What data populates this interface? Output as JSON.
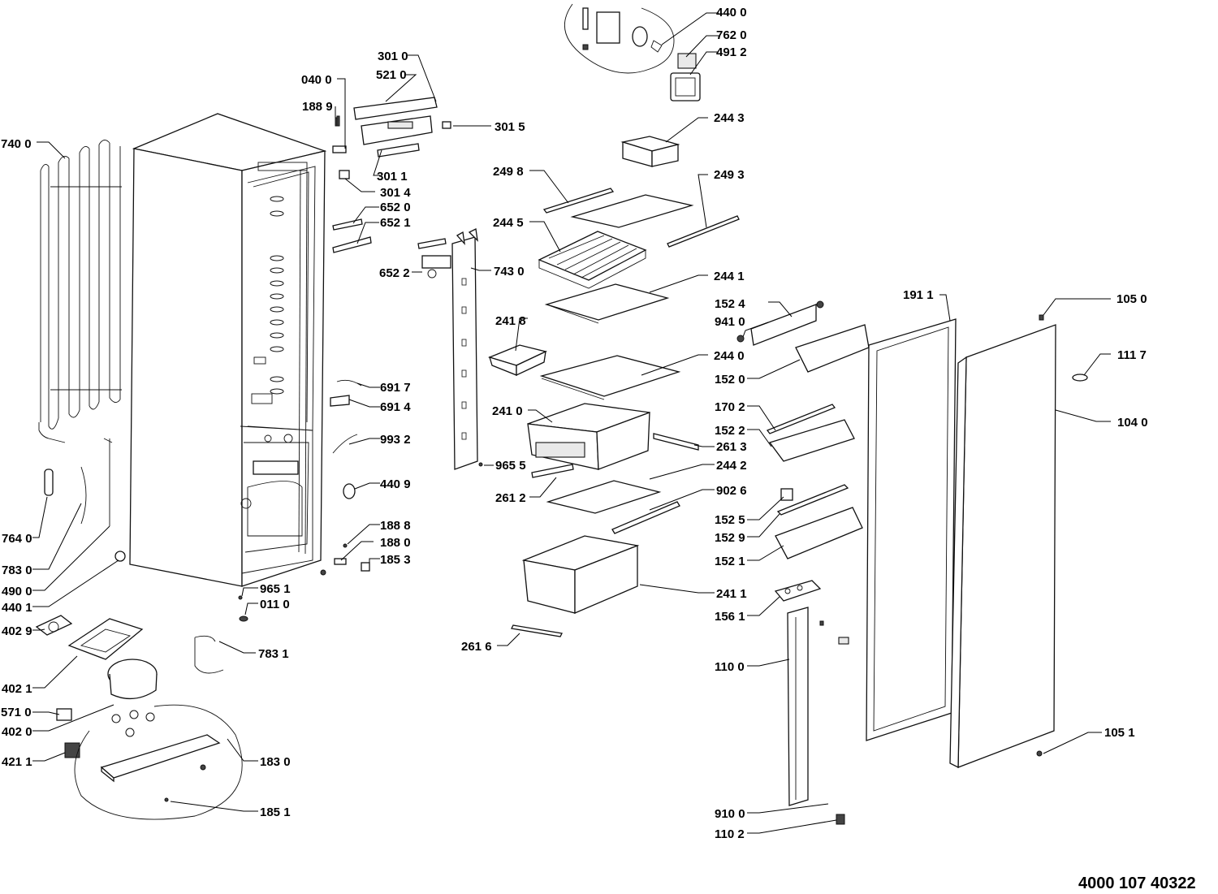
{
  "document_number": "4000 107 40322",
  "parts": [
    {
      "code": "440 0",
      "name": "part-440-0"
    },
    {
      "code": "762 0",
      "name": "part-762-0"
    },
    {
      "code": "491 2",
      "name": "part-491-2"
    },
    {
      "code": "301 0",
      "name": "part-301-0"
    },
    {
      "code": "521 0",
      "name": "part-521-0"
    },
    {
      "code": "040 0",
      "name": "part-040-0"
    },
    {
      "code": "188 9",
      "name": "part-188-9"
    },
    {
      "code": "301 5",
      "name": "part-301-5"
    },
    {
      "code": "244 3",
      "name": "part-244-3"
    },
    {
      "code": "740 0",
      "name": "part-740-0"
    },
    {
      "code": "301 1",
      "name": "part-301-1"
    },
    {
      "code": "249 8",
      "name": "part-249-8"
    },
    {
      "code": "249 3",
      "name": "part-249-3"
    },
    {
      "code": "301 4",
      "name": "part-301-4"
    },
    {
      "code": "652 0",
      "name": "part-652-0"
    },
    {
      "code": "652 1",
      "name": "part-652-1"
    },
    {
      "code": "244 5",
      "name": "part-244-5"
    },
    {
      "code": "652 2",
      "name": "part-652-2"
    },
    {
      "code": "743 0",
      "name": "part-743-0"
    },
    {
      "code": "244 1",
      "name": "part-244-1"
    },
    {
      "code": "191 1",
      "name": "part-191-1"
    },
    {
      "code": "105 0",
      "name": "part-105-0"
    },
    {
      "code": "152 4",
      "name": "part-152-4"
    },
    {
      "code": "941 0",
      "name": "part-941-0"
    },
    {
      "code": "241 8",
      "name": "part-241-8"
    },
    {
      "code": "111 7",
      "name": "part-111-7"
    },
    {
      "code": "244 0",
      "name": "part-244-0"
    },
    {
      "code": "152 0",
      "name": "part-152-0"
    },
    {
      "code": "691 7",
      "name": "part-691-7"
    },
    {
      "code": "691 4",
      "name": "part-691-4"
    },
    {
      "code": "170 2",
      "name": "part-170-2"
    },
    {
      "code": "241 0",
      "name": "part-241-0"
    },
    {
      "code": "104 0",
      "name": "part-104-0"
    },
    {
      "code": "152 2",
      "name": "part-152-2"
    },
    {
      "code": "993 2",
      "name": "part-993-2"
    },
    {
      "code": "261 3",
      "name": "part-261-3"
    },
    {
      "code": "965 5",
      "name": "part-965-5"
    },
    {
      "code": "244 2",
      "name": "part-244-2"
    },
    {
      "code": "440 9",
      "name": "part-440-9"
    },
    {
      "code": "261 2",
      "name": "part-261-2"
    },
    {
      "code": "902 6",
      "name": "part-902-6"
    },
    {
      "code": "152 5",
      "name": "part-152-5"
    },
    {
      "code": "188 8",
      "name": "part-188-8"
    },
    {
      "code": "152 9",
      "name": "part-152-9"
    },
    {
      "code": "764 0",
      "name": "part-764-0"
    },
    {
      "code": "188 0",
      "name": "part-188-0"
    },
    {
      "code": "185 3",
      "name": "part-185-3"
    },
    {
      "code": "152 1",
      "name": "part-152-1"
    },
    {
      "code": "783 0",
      "name": "part-783-0"
    },
    {
      "code": "490 0",
      "name": "part-490-0"
    },
    {
      "code": "965 1",
      "name": "part-965-1"
    },
    {
      "code": "241 1",
      "name": "part-241-1"
    },
    {
      "code": "440 1",
      "name": "part-440-1"
    },
    {
      "code": "011 0",
      "name": "part-011-0"
    },
    {
      "code": "156 1",
      "name": "part-156-1"
    },
    {
      "code": "402 9",
      "name": "part-402-9"
    },
    {
      "code": "261 6",
      "name": "part-261-6"
    },
    {
      "code": "783 1",
      "name": "part-783-1"
    },
    {
      "code": "110 0",
      "name": "part-110-0"
    },
    {
      "code": "402 1",
      "name": "part-402-1"
    },
    {
      "code": "571 0",
      "name": "part-571-0"
    },
    {
      "code": "402 0",
      "name": "part-402-0"
    },
    {
      "code": "105 1",
      "name": "part-105-1"
    },
    {
      "code": "421 1",
      "name": "part-421-1"
    },
    {
      "code": "183 0",
      "name": "part-183-0"
    },
    {
      "code": "185 1",
      "name": "part-185-1"
    },
    {
      "code": "910 0",
      "name": "part-910-0"
    },
    {
      "code": "110 2",
      "name": "part-110-2"
    }
  ]
}
